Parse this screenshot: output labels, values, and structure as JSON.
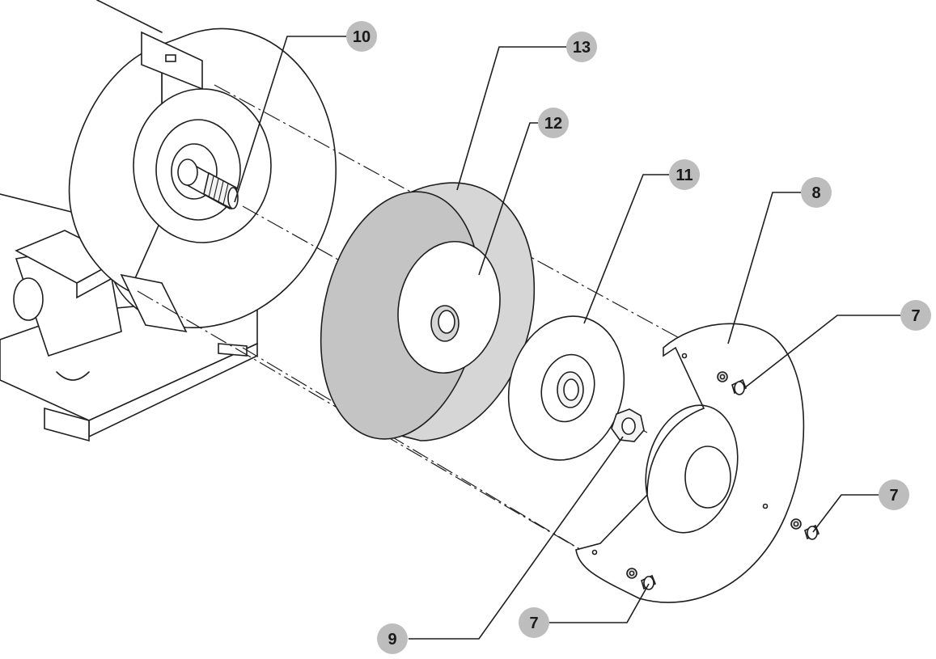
{
  "callouts": {
    "c10": "10",
    "c13": "13",
    "c12": "12",
    "c11": "11",
    "c8": "8",
    "c7_top": "7",
    "c7_right": "7",
    "c7_bottom": "7",
    "c9": "9"
  },
  "colors": {
    "callout_fill": "#bdbdbd",
    "wheel_fill": "#d6d6d6",
    "line": "#1e1e1e"
  },
  "parts": [
    "grinder-body-with-shaft",
    "grinding-wheel",
    "wheel-hub",
    "flange-washer",
    "hex-nut",
    "wheel-guard-cover",
    "cover-screws"
  ]
}
